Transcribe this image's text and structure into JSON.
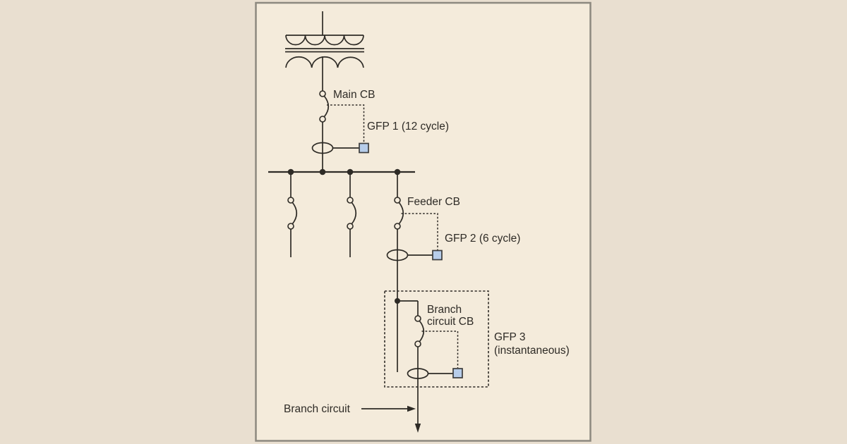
{
  "figure": {
    "labels": {
      "main_cb": "Main CB",
      "gfp1": "GFP 1 (12 cycle)",
      "feeder_cb": "Feeder CB",
      "gfp2": "GFP 2 (6 cycle)",
      "branch_cb_line1": "Branch",
      "branch_cb_line2": "circuit CB",
      "gfp3_line1": "GFP 3",
      "gfp3_line2": "(instantaneous)",
      "branch_circuit": "Branch circuit"
    },
    "colors": {
      "outer_background": "#e9dfd0",
      "panel_background": "#f4ebdb",
      "panel_border": "#8d897f",
      "line": "#2e2b26",
      "gfp_square_fill": "#b7cdea",
      "gfp_square_border": "#3c3c3c"
    }
  }
}
